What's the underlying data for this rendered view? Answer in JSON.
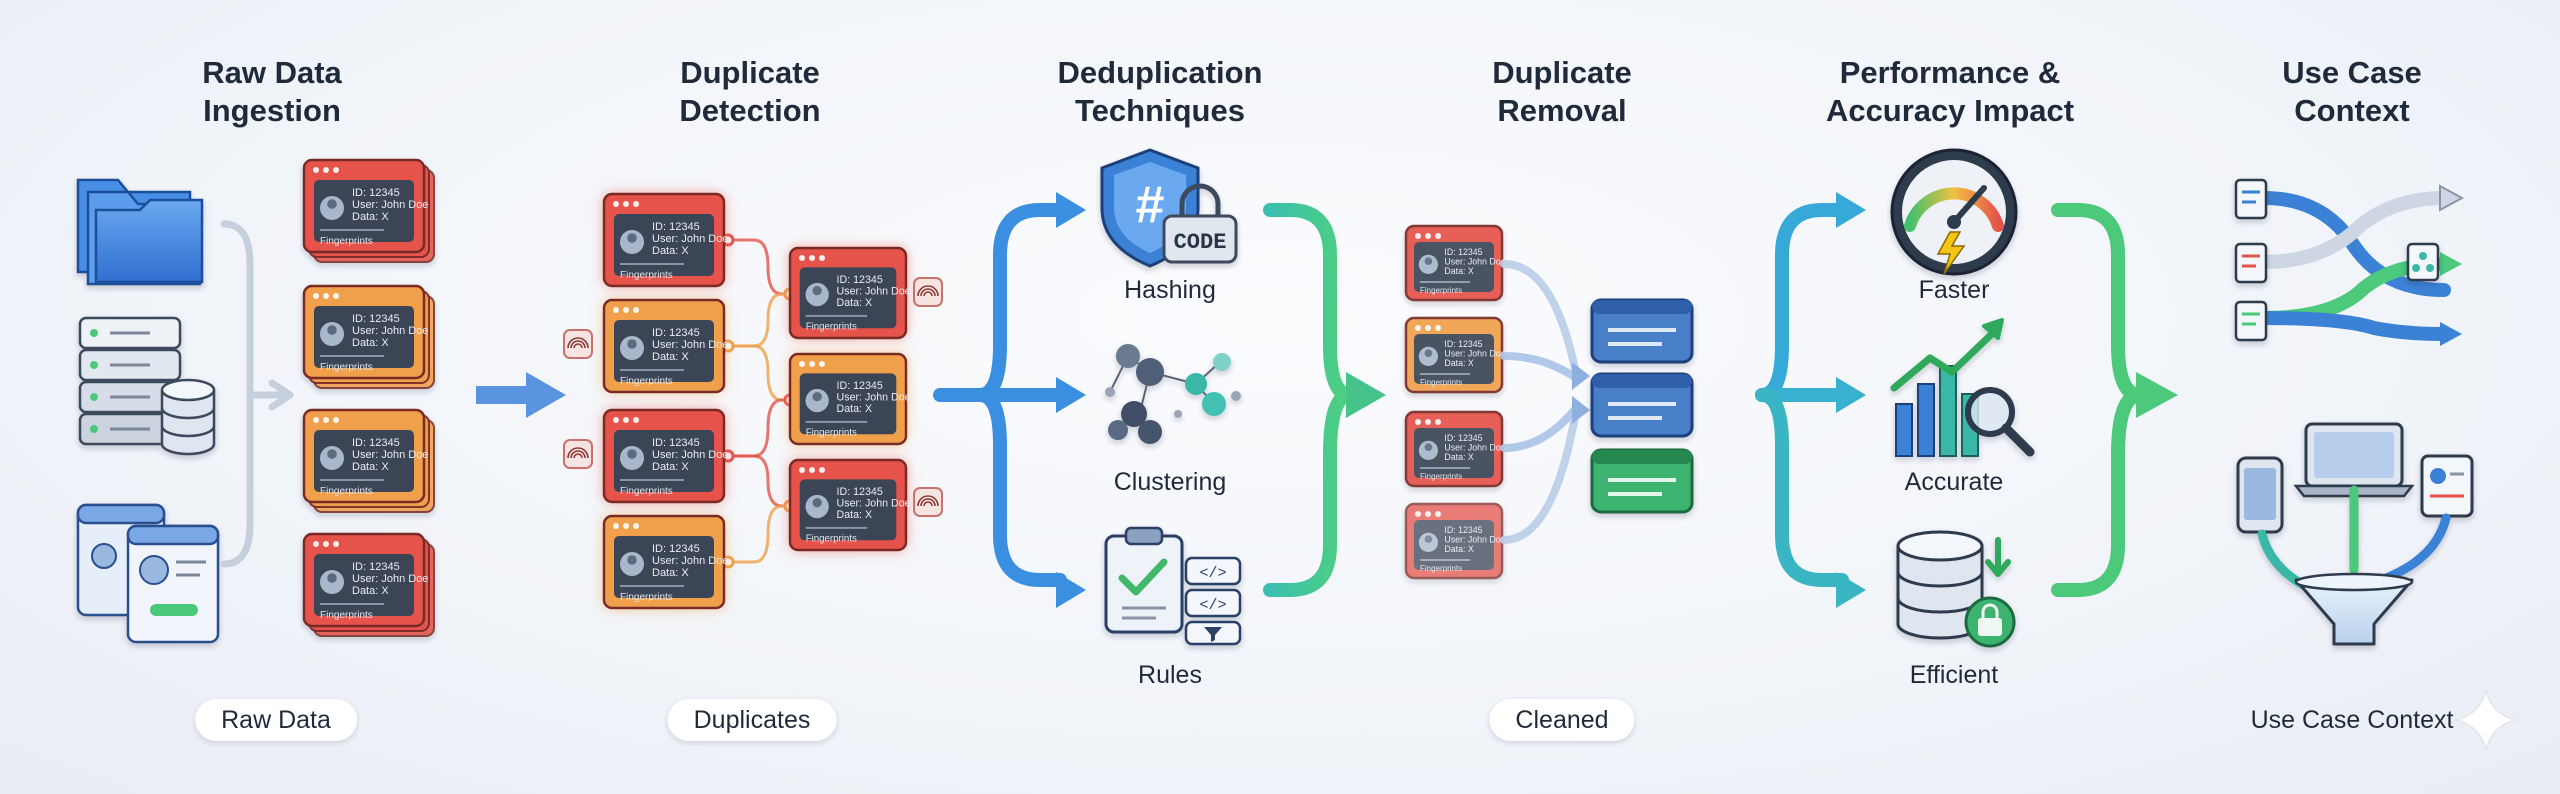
{
  "stages": [
    {
      "title": "Raw Data\nIngestion"
    },
    {
      "title": "Duplicate\nDetection"
    },
    {
      "title": "Deduplication\nTechniques"
    },
    {
      "title": "Duplicate\nRemoval"
    },
    {
      "title": "Performance &\nAccuracy Impact"
    },
    {
      "title": "Use Case\nContext"
    }
  ],
  "record_card": {
    "id_line": "ID: 12345",
    "user_line": "User: John Doe",
    "data_line": "Data: X"
  },
  "raw_cards_footers": [
    "Fingerprints",
    "Fingerprints",
    "Fingerprints",
    "Fingerprints"
  ],
  "dup_card_footer": "Fingerprints",
  "techniques": [
    {
      "label": "Hashing",
      "icon": "hash-shield-icon",
      "badge": "CODE"
    },
    {
      "label": "Clustering",
      "icon": "cluster-icon"
    },
    {
      "label": "Rules",
      "icon": "clipboard-rules-icon"
    }
  ],
  "impacts": [
    {
      "label": "Faster",
      "icon": "speedometer-icon"
    },
    {
      "label": "Accurate",
      "icon": "chart-magnifier-icon"
    },
    {
      "label": "Efficient",
      "icon": "database-lock-icon"
    }
  ],
  "pills": {
    "raw": "Raw Data",
    "duplicates": "Duplicates",
    "cleaned": "Cleaned",
    "context": "Use Case Context"
  },
  "colors": {
    "red": "#e5534b",
    "orange": "#f0a04b",
    "blue": "#3b82d6",
    "teal": "#3bb7a8",
    "green": "#4cc97a",
    "dark_card": "#3a4454"
  }
}
